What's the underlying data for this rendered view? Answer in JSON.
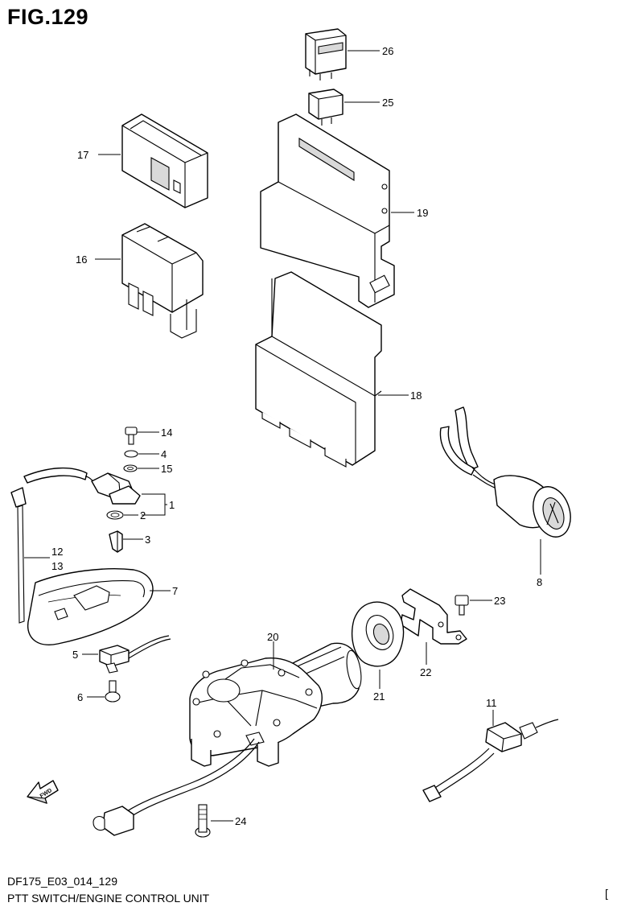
{
  "figure": {
    "title": "FIG.129",
    "code": "DF175_E03_014_129",
    "name": "PTT SWITCH/ENGINE CONTROL UNIT",
    "edge_mark": "["
  },
  "callouts": {
    "c1": "1",
    "c2": "2",
    "c3": "3",
    "c4": "4",
    "c5": "5",
    "c6": "6",
    "c7": "7",
    "c8": "8",
    "c11": "11",
    "c12": "12",
    "c13": "13",
    "c14": "14",
    "c15": "15",
    "c16": "16",
    "c17": "17",
    "c18": "18",
    "c19": "19",
    "c20": "20",
    "c21": "21",
    "c22": "22",
    "c23": "23",
    "c24": "24",
    "c25": "25",
    "c26": "26"
  },
  "fwd_label": "FWD"
}
